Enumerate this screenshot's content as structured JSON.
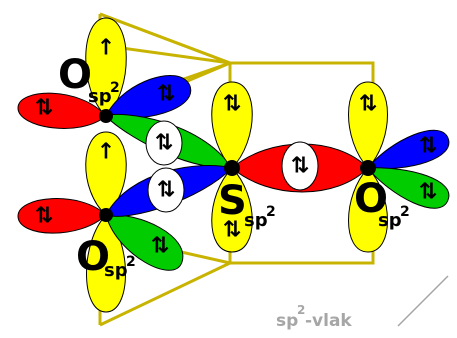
{
  "colors": {
    "yellow": "#ffff00",
    "red": "#ff0000",
    "blue": "#0000ff",
    "green": "#00cc00",
    "frame": "#c8b400",
    "plane_label": "#a6a6a6"
  },
  "atoms": {
    "o_upper": {
      "symbol": "O",
      "hybrid": "sp",
      "sup": "2"
    },
    "o_lower": {
      "symbol": "O",
      "hybrid": "sp",
      "sup": "2"
    },
    "s_center": {
      "symbol": "S",
      "hybrid": "sp",
      "sup": "2"
    },
    "o_right": {
      "symbol": "O",
      "hybrid": "sp",
      "sup": "2"
    }
  },
  "arrows": {
    "single_up": "↑",
    "pair": "⇅"
  },
  "plane_label": {
    "base": "sp",
    "sup": "2",
    "suffix": "-vlak"
  }
}
